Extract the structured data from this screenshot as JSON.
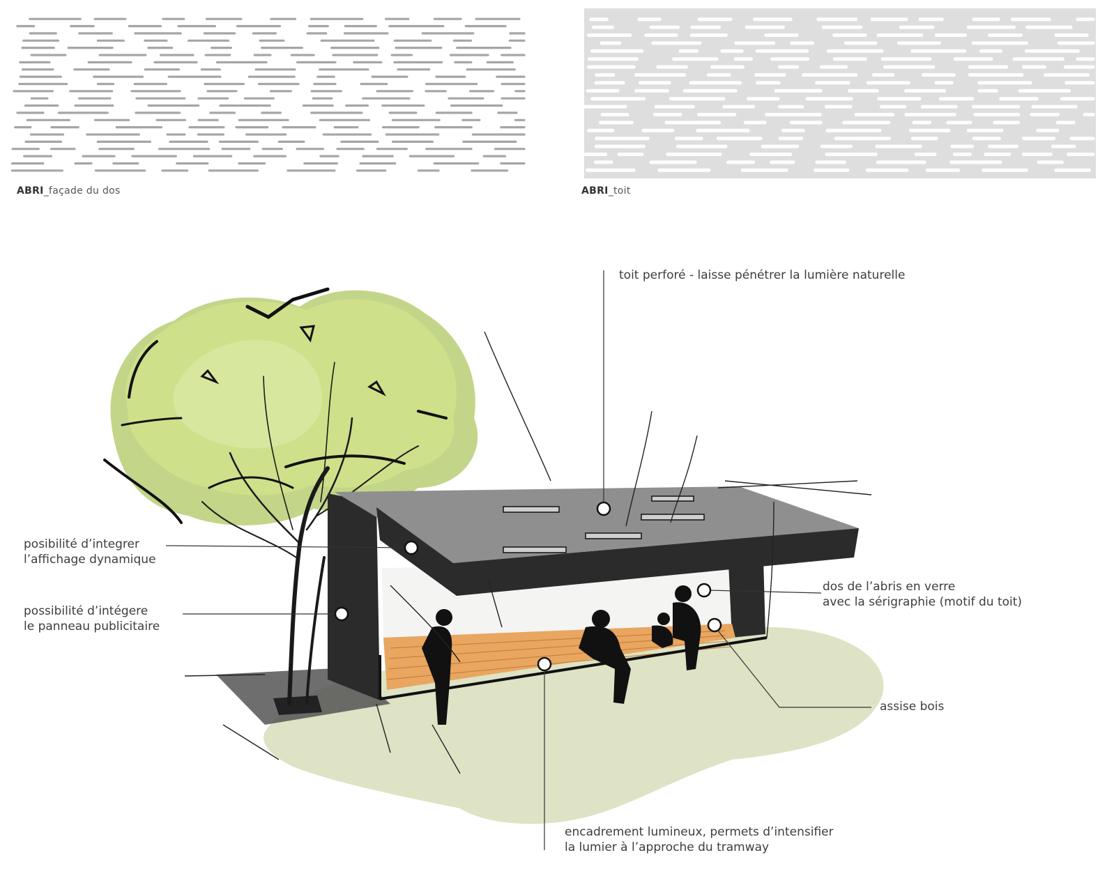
{
  "patterns": [
    {
      "id": "facade",
      "caption_bold": "ABRI",
      "caption_rest": "_façade du dos",
      "background": "#ffffff",
      "stroke": "#a6a6a6"
    },
    {
      "id": "toit",
      "caption_bold": "ABRI",
      "caption_rest": "_toit",
      "background": "#dedede",
      "stroke": "#ffffff"
    }
  ],
  "annotations": {
    "roof": "toit perforé - laisse pénétrer la lumière naturelle",
    "display_line1": "posibilité d’integrer",
    "display_line2": "l’affichage dynamique",
    "panel_line1": "possibilité d’intégere",
    "panel_line2": "le panneau publicitaire",
    "glass_line1": "dos de l’abris en verre",
    "glass_line2": "avec la sérigraphie (motif du toit)",
    "bench": "assise bois",
    "frame_line1": "encadrement lumineux, permets d’intensifier",
    "frame_line2": "la lumier à l’approche du tramway"
  },
  "colors": {
    "foliage": "#cfe08a",
    "foliage_shadow": "#b9ce73",
    "ground": "#dde3c4",
    "roof": "#8f8f8f",
    "structure": "#2b2b2b",
    "wood": "#e8a660",
    "ink": "#111111"
  }
}
